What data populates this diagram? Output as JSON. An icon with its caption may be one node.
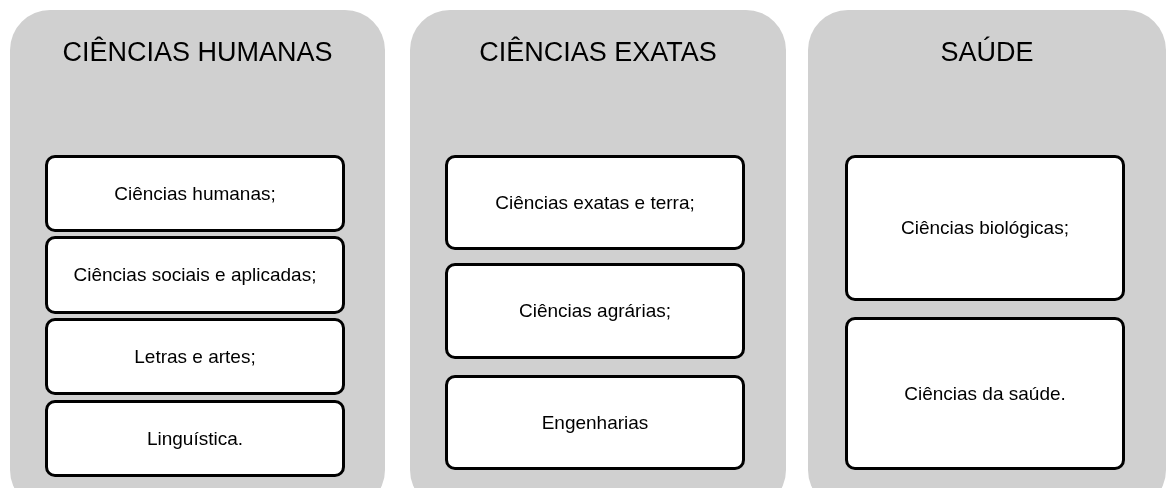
{
  "diagram": {
    "nodes": [
      {
        "text": [
          "CIÊNCIAS HUMANAS"
        ]
      },
      {
        "text": [
          "Ciências humanas;"
        ],
        "in": 0
      },
      {
        "text": [
          "Ciências sociais e aplicadas;"
        ],
        "in": 0
      },
      {
        "text": [
          "Letras e artes;"
        ],
        "in": 0
      },
      {
        "text": [
          "Linguística."
        ],
        "in": 0
      },
      {
        "text": [
          "CIÊNCIAS EXATAS"
        ]
      },
      {
        "text": [
          "Ciências exatas e terra;"
        ],
        "in": 5
      },
      {
        "text": [
          "Ciências agrárias;"
        ],
        "in": 5
      },
      {
        "text": [
          "Engenharias"
        ],
        "in": 5
      },
      {
        "text": [
          "SAÚDE"
        ]
      },
      {
        "text": [
          "Ciências biológicas;"
        ],
        "in": 9
      },
      {
        "text": [
          "Ciências da saúde."
        ],
        "in": 9
      }
    ]
  }
}
